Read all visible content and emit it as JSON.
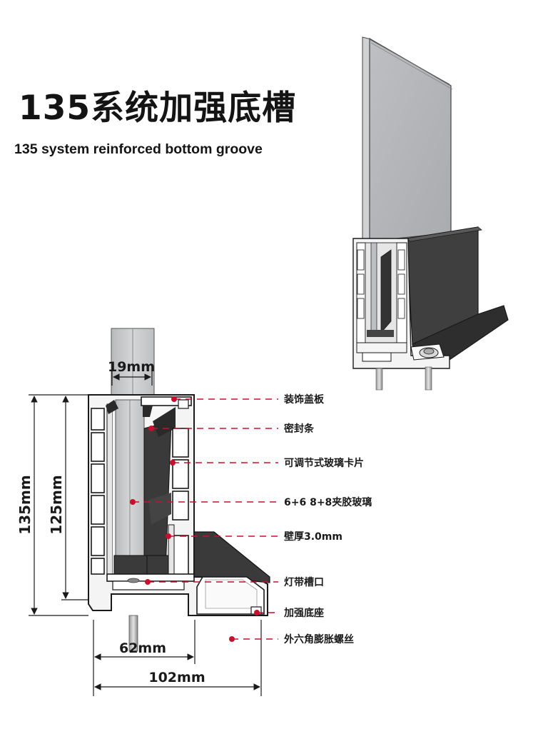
{
  "title": {
    "cn": "135系统加强底槽",
    "en": "135 system reinforced bottom groove"
  },
  "dimensions": {
    "glass_width": "19mm",
    "height_total": "135mm",
    "height_inner": "125mm",
    "width_inner": "62mm",
    "width_total": "102mm"
  },
  "callouts": [
    "装饰盖板",
    "密封条",
    "可调节式玻璃卡片",
    "6+6 8+8夹胶玻璃",
    "壁厚3.0mm",
    "灯带槽口",
    "加强底座",
    "外六角膨胀螺丝"
  ],
  "colors": {
    "accent": "#c8102e",
    "profile_dark": "#3a3a3a",
    "glass": "#c9cbcd",
    "outline": "#1a1a1a"
  }
}
